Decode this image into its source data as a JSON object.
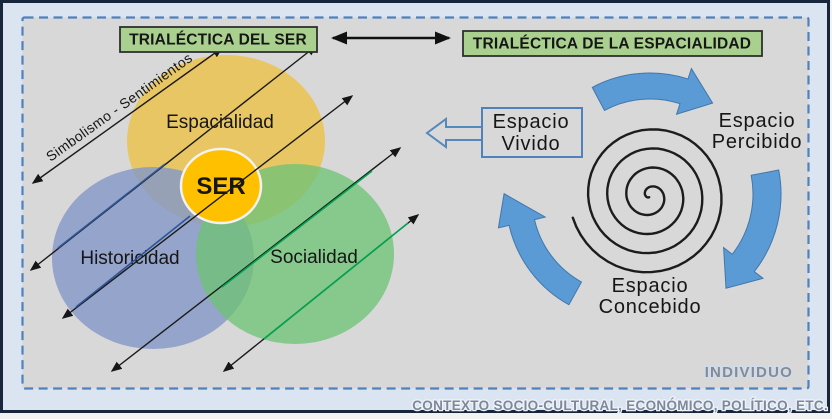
{
  "panel_left": {
    "header": "TRIALÉCTICA DEL SER",
    "axis_label": "Simbolismo - Sentimientos",
    "circles": [
      {
        "label": "Espacialidad",
        "color": "#eac55e"
      },
      {
        "label": "Historicidad",
        "color": "#8599c7"
      },
      {
        "label": "Socialidad",
        "color": "#6fc376"
      }
    ],
    "center": {
      "label": "SER",
      "color": "#ffc000"
    }
  },
  "panel_right": {
    "header": "TRIALÉCTICA DE LA ESPACIALIDAD",
    "vivido": {
      "line1": "Espacio",
      "line2": "Vivido"
    },
    "percibido": {
      "line1": "Espacio",
      "line2": "Percibido"
    },
    "concebido": {
      "line1": "Espacio",
      "line2": "Concebido"
    }
  },
  "footer": {
    "individuo": "INDIVIDUO",
    "contexto": "CONTEXTO SOCIO-CULTURAL, ECONÓMICO, POLÍTICO, ETC."
  },
  "colors": {
    "frame_border": "#17263b",
    "outer_background": "#dbe5f1",
    "inner_background": "#d8d8d8",
    "dashed_border": "#4f81bd",
    "header_box_fill": "#a9d08e",
    "rotation_arrow": "#5b9bd5",
    "historicity_line": "#2f5597",
    "sociality_line": "#00a550"
  }
}
